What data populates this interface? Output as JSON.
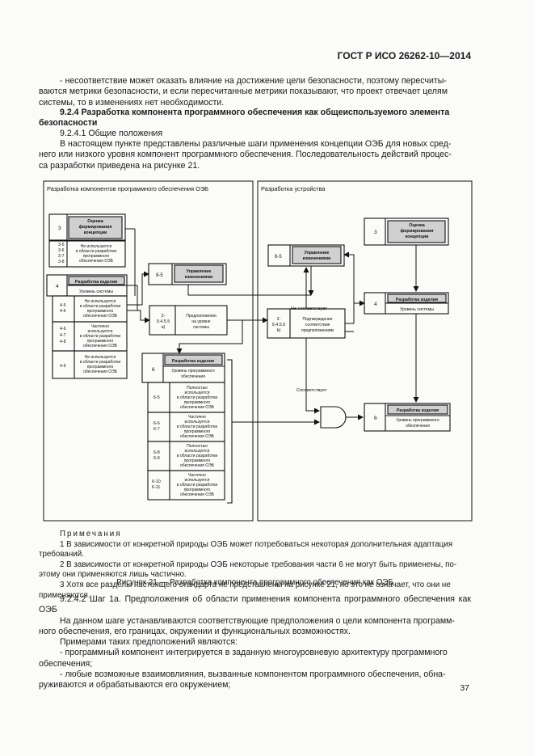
{
  "header": {
    "doc_id": "ГОСТ Р ИСО 26262-10—2014"
  },
  "body": {
    "p1_line1": "- несоответствие может оказать влияние на достижение цели безопасности, поэтому пересчиты-",
    "p1_line2": "ваются метрики безопасности, и если пересчитанные метрики показывают, что проект отвечает целям",
    "p1_line3": "системы, то в изменениях нет необходимости.",
    "sec_line1": "9.2.4 Разработка компонента программного обеспечения как общеиспользуемого элемента",
    "sec_line2": "безопасности",
    "sub_heading": "9.2.4.1 Общие положения",
    "p2_line1": "В настоящем пункте представлены различные шаги применения концепции ОЭБ для новых сред-",
    "p2_line2": "него или низкого уровня компонент программного обеспечения. Последовательность действий процес-",
    "p2_line3": "са разработки приведена на рисунке 21."
  },
  "diagram": {
    "left_panel_title": "Разработка компонентов программного обеспечения ОЭБ",
    "right_panel_title": "Разработка устройства",
    "l3_num": "3",
    "l3_text1": "Оценка",
    "l3_text2": "формирования",
    "l3_text3": "концепции",
    "l_na_nums1": "3-5",
    "l_na_nums2": "3-6",
    "l_na_nums3": "3-7",
    "l_na_nums4": "3-8",
    "l_na_text1": "Не используется",
    "l_na_text2": "в области разработки",
    "l_na_text3": "программного",
    "l_na_text4": "обеспечения ОЭБ",
    "l4_num": "4",
    "l4_top": "Разработка изделия",
    "l4_bottom": "Уровень системы",
    "l4a_nums1": "4-5",
    "l4a_nums2": "4-6",
    "l4a_text1": "Не используется",
    "l4a_text2": "в области разработки",
    "l4a_text3": "программного",
    "l4a_text4": "обеспечения ОЭБ",
    "l4b_nums1": "4-6",
    "l4b_nums2": "4-7",
    "l4b_nums3": "4-8",
    "l4b_text1": "Частично",
    "l4b_text2": "используется",
    "l4b_text3": "в области разработки",
    "l4b_text4": "программного",
    "l4b_text5": "обеспечения ОЭБ",
    "l4c_nums": "4-9",
    "l4c_text1": "Не используется",
    "l4c_text2": "в области разработки",
    "l4c_text3": "программного",
    "l4c_text4": "обеспечения ОЭБ",
    "l85_num": "8-5",
    "l85_text1": "Управление",
    "l85_text2": "изменениями",
    "l2a_num1": "2-",
    "l2a_num2": "9.4.5.5",
    "l2a_num3": "а)",
    "l2a_text1": "Предположения",
    "l2a_text2": "на уровне",
    "l2a_text3": "системы",
    "l6_num": "6",
    "l6_top": "Разработка изделия",
    "l6_bottom1": "Уровень программного",
    "l6_bottom2": "обеспечения",
    "l65_num": "6-5",
    "l65_text1": "Полностью",
    "l65_text2": "используется",
    "l65_text3": "в области разработки",
    "l65_text4": "программного",
    "l65_text5": "обеспечения ОЭБ",
    "l66_num1": "6-6",
    "l66_num2": "6-7",
    "l66_text1": "Частично",
    "l66_text2": "используется",
    "l66_text3": "в области разработки",
    "l66_text4": "программного",
    "l66_text5": "обеспечения ОЭБ",
    "l68_num1": "6-8",
    "l68_num2": "6-9",
    "l68_text1": "Полностью",
    "l68_text2": "используется",
    "l68_text3": "в области разработки",
    "l68_text4": "программного",
    "l68_text5": "обеспечения ОЭБ",
    "l610_num1": "6-10",
    "l610_num2": "6-11",
    "l610_text1": "Частично",
    "l610_text2": "используется",
    "l610_text3": "в области разработки",
    "l610_text4": "программного",
    "l610_text5": "обеспечения ОЭБ",
    "r85_num": "8-5",
    "r85_text1": "Управление",
    "r85_text2": "изменениями",
    "r3_num": "3",
    "r3_text1": "Оценка",
    "r3_text2": "формирования",
    "r3_text3": "концепции",
    "r_nomatch": "Не соответствует",
    "r4_num": "4",
    "r4_top": "Разработка изделия",
    "r4_bottom": "Уровень системы",
    "r2b_num1": "2-",
    "r2b_num2": "9.4.5.5",
    "r2b_num3": "b)",
    "r2b_text1": "Подтверждение",
    "r2b_text2": "соответствия",
    "r2b_text3": "предположениям",
    "r_match": "Соответствует",
    "r6_num": "6",
    "r6_top": "Разработка изделия",
    "r6_bottom1": "Уровень программного",
    "r6_bottom2": "обеспечения"
  },
  "notes": {
    "title": "Примечания",
    "n1_line1": "1 В зависимости от конкретной природы ОЭБ может потребоваться некоторая дополнительная адаптация",
    "n1_line2": "требований.",
    "n2_line1": "2 В зависимости от конкретной природы ОЭБ некоторые требования части 6 не могут быть применены, по-",
    "n2_line2": "этому они применяются лишь частично.",
    "n3_line1": "3 Хотя все разделы настоящего стандарта не представлены на рисунке 21, но это не означает, что они не",
    "n3_line2": "применяются."
  },
  "caption": "Рисунок 21 — Разработка компонента программного обеспечения как ОЭБ",
  "body2": {
    "p3": "9.2.4.2 Шаг 1а. Предположения об области применения компонента программного обеспечения как ОЭБ",
    "p4_line1": "На данном шаге устанавливаются соответствующие предположения о цели компонента программ-",
    "p4_line2": "ного обеспечения, его границах, окружении и функциональных возможностях.",
    "p5": "Примерами таких предположений являются:",
    "p6_line1": "- программный компонент интегрируется в заданную многоуровневую архитектуру программного",
    "p6_line2": "обеспечения;",
    "p7_line1": "- любые возможные взаимовлияния, вызванные компонентом программного обеспечения, обна-",
    "p7_line2": "руживаются и обрабатываются его окружением;"
  },
  "page_number": "37"
}
